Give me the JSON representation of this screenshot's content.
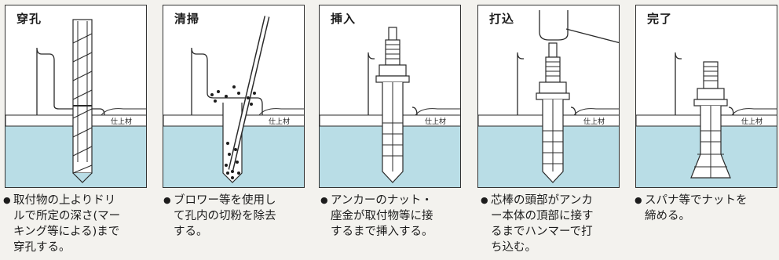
{
  "colors": {
    "concrete": "#b9dde6",
    "finish_layer": "#ffffff",
    "line": "#2a2a2a"
  },
  "material_label": "仕上材",
  "steps": [
    {
      "title": "穿孔",
      "caption": "取付物の上よりドリ\nルで所定の深さ(マー\nキング等による)まで\n穿孔する。"
    },
    {
      "title": "清掃",
      "caption": "ブロワー等を使用し\nて孔内の切粉を除去\nする。"
    },
    {
      "title": "挿入",
      "caption": "アンカーのナット・\n座金が取付物等に接\nするまで挿入する。"
    },
    {
      "title": "打込",
      "caption": "芯棒の頭部がアンカ\nー本体の頂部に接す\nるまでハンマーで打\nち込む。"
    },
    {
      "title": "完了",
      "caption": "スパナ等でナットを\n締める。"
    }
  ],
  "bullet": "●"
}
